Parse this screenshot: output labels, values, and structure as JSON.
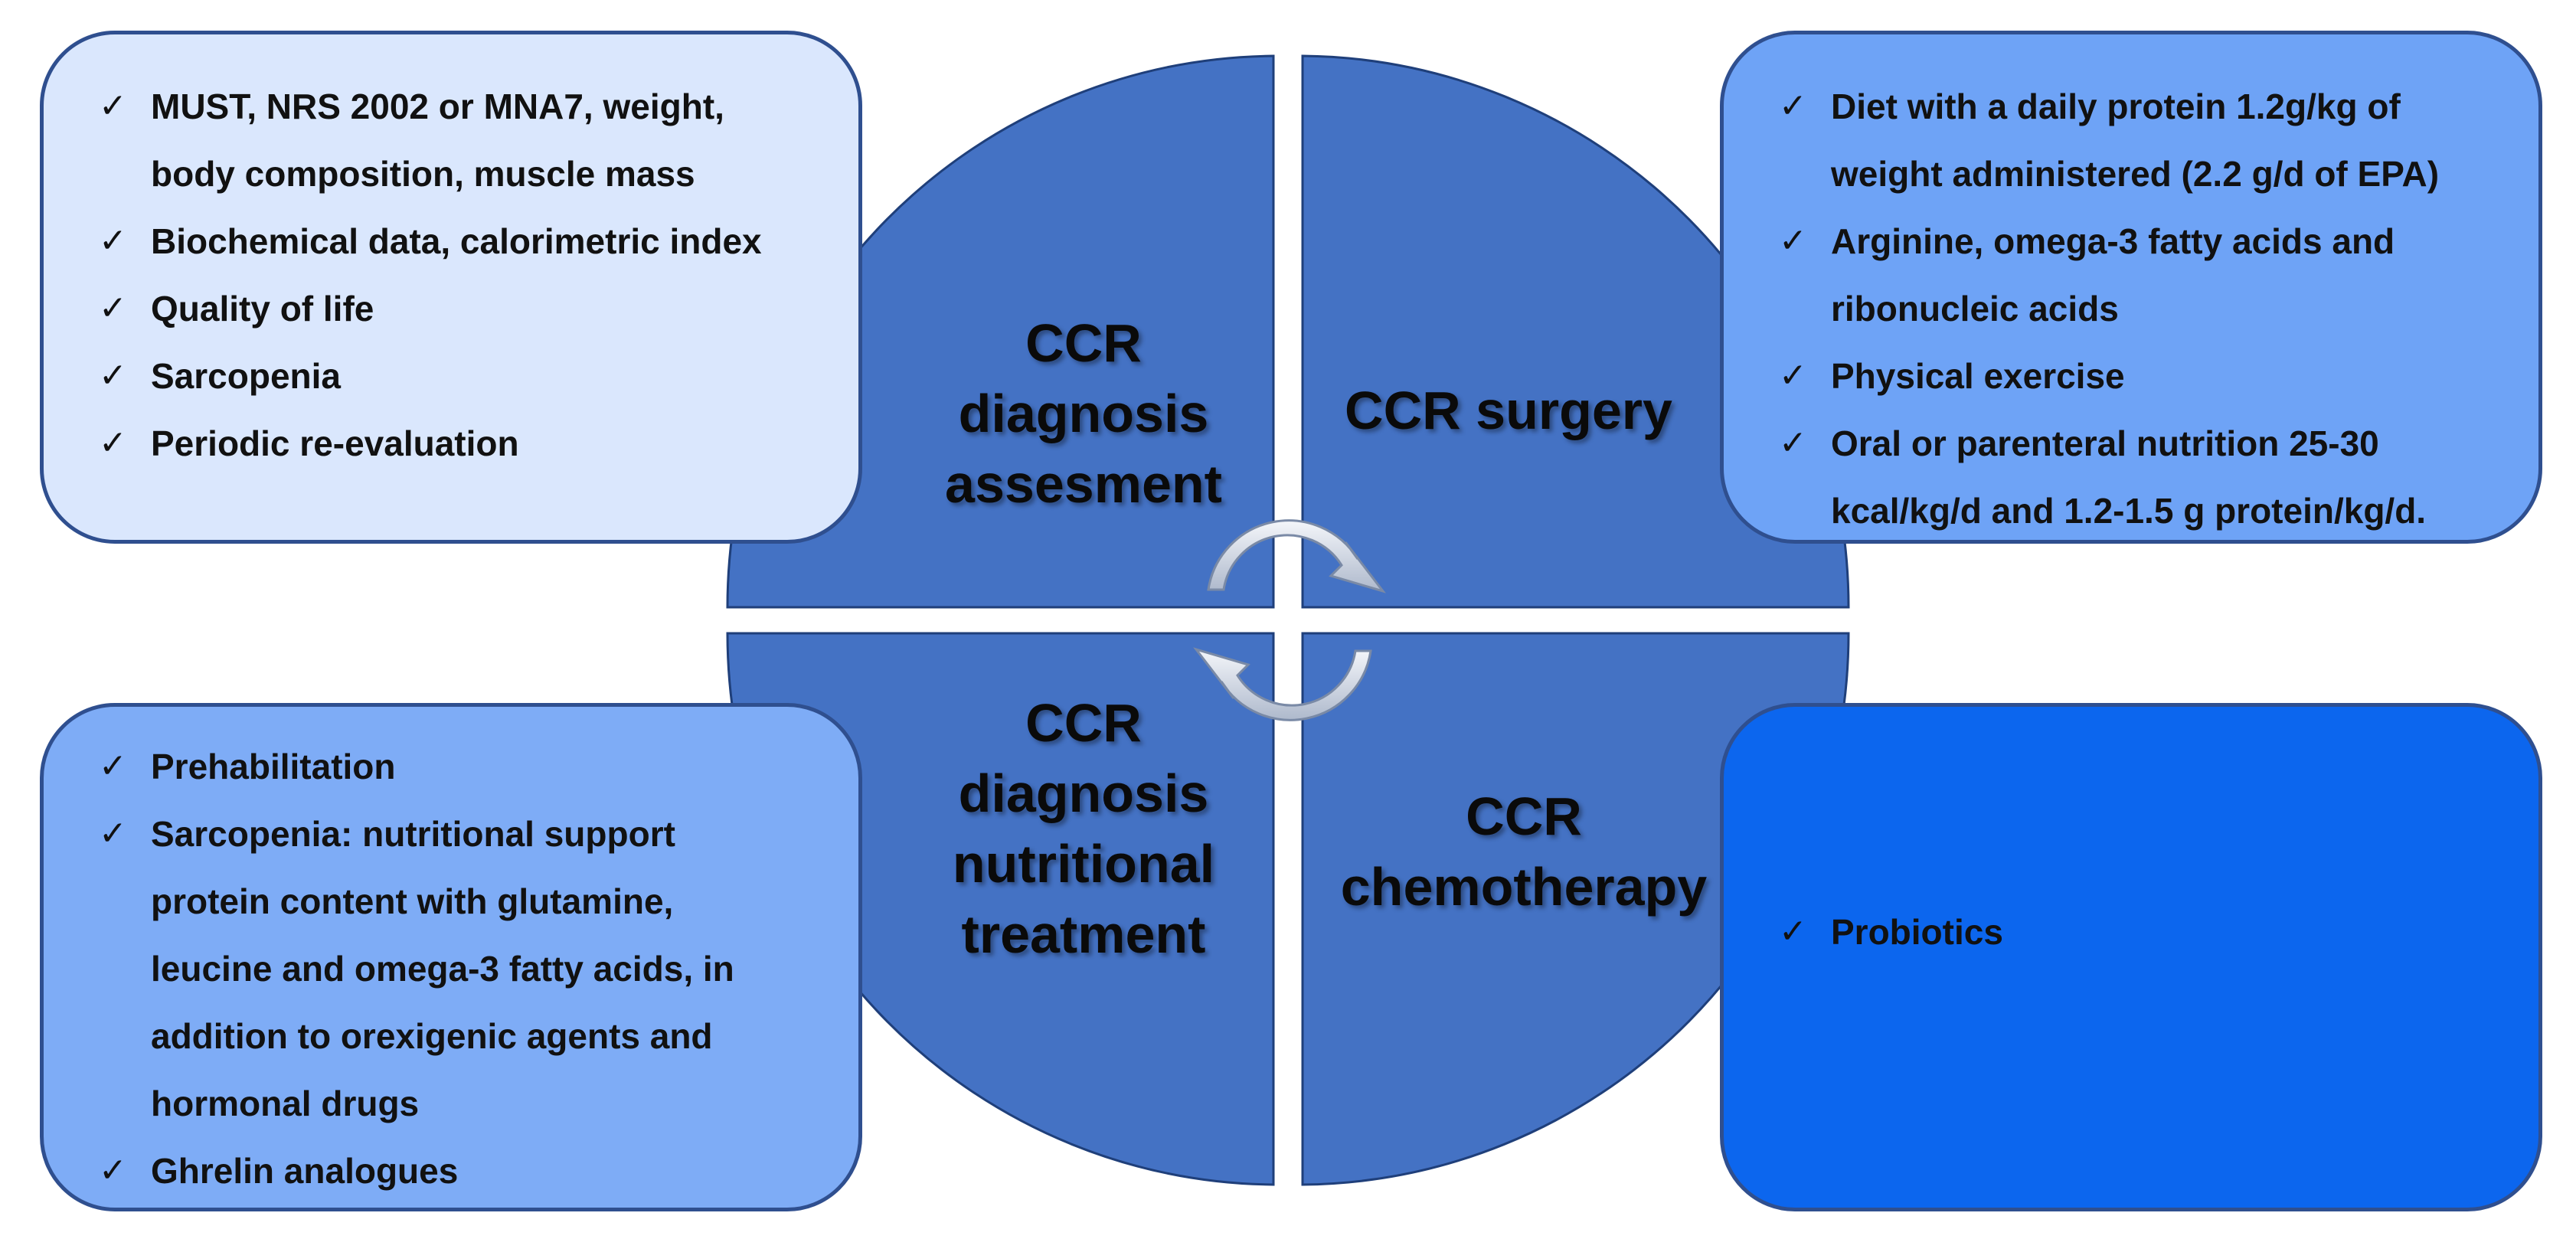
{
  "colors": {
    "quadrant_fill": "#4472c4",
    "quadrant_edge": "#1f3f7a",
    "box_border": "#2f4f8f",
    "box_assessment": "#dae7fd",
    "box_surgery": "#6ea3f6",
    "box_nutrition": "#7eacf6",
    "box_chemotherapy": "#0c66ee"
  },
  "icons": {
    "bullet": "checkmark-icon",
    "cycle": "circular-arrows-icon"
  },
  "quadrants": {
    "assessment": {
      "label_lines": [
        "CCR",
        "diagnosis",
        "assesment"
      ]
    },
    "surgery": {
      "label_lines": [
        "CCR surgery"
      ]
    },
    "nutrition": {
      "label_lines": [
        "CCR",
        "diagnosis",
        "nutritional",
        "treatment"
      ]
    },
    "chemotherapy": {
      "label_lines": [
        "CCR",
        "chemotherapy"
      ]
    }
  },
  "boxes": {
    "assessment": {
      "items": [
        [
          "MUST, NRS 2002 or MNA7, weight,",
          "body composition, muscle mass"
        ],
        [
          "Biochemical data, calorimetric index"
        ],
        [
          "Quality of life"
        ],
        [
          "Sarcopenia"
        ],
        [
          "Periodic re-evaluation"
        ]
      ]
    },
    "surgery": {
      "items": [
        [
          "Diet with a daily protein 1.2g/kg of",
          "weight administered (2.2 g/d of EPA)"
        ],
        [
          "Arginine, omega-3 fatty acids and",
          "ribonucleic acids"
        ],
        [
          "Physical exercise"
        ],
        [
          "Oral or parenteral nutrition 25-30",
          "kcal/kg/d and 1.2-1.5 g protein/kg/d."
        ]
      ]
    },
    "nutrition": {
      "items": [
        [
          "Prehabilitation"
        ],
        [
          "Sarcopenia: nutritional support",
          "protein content with glutamine,",
          "leucine and omega-3 fatty acids, in",
          "addition to orexigenic agents and",
          "hormonal drugs"
        ],
        [
          "Ghrelin analogues"
        ]
      ]
    },
    "chemotherapy": {
      "items": [
        [
          "Probiotics"
        ]
      ]
    }
  }
}
